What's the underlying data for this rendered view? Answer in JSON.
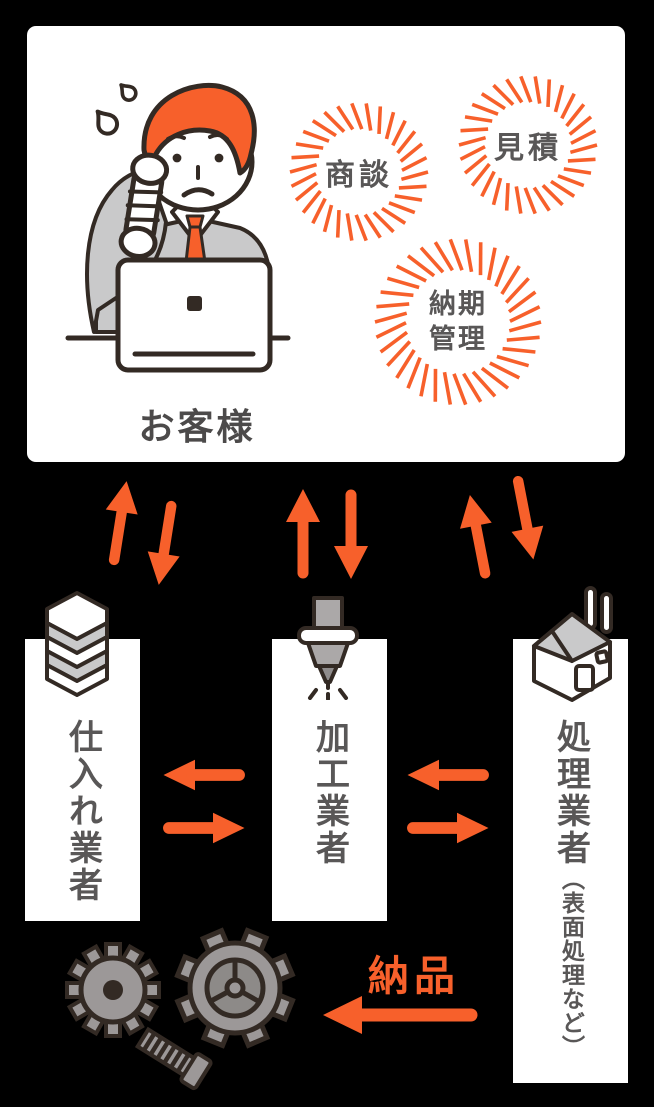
{
  "colors": {
    "accent": "#F7602B",
    "outline": "#332A24",
    "label_gray": "#595757",
    "suit_gray": "#C9C9CA",
    "gear_gray": "#9C9898",
    "card_bg": "#FFFFFF",
    "page_bg": "#000000"
  },
  "customer": {
    "label": "お客様",
    "illustration": "worried-businessman-on-phone-with-laptop"
  },
  "badges": [
    {
      "label": "商談"
    },
    {
      "label": "見積"
    },
    {
      "label": "納期管理"
    }
  ],
  "columns": [
    {
      "label": "仕入れ業者",
      "icon": "material-stack-icon"
    },
    {
      "label": "加工業者",
      "icon": "milling-tool-icon"
    },
    {
      "label": "処理業者",
      "sublabel": "（表面処理など）",
      "icon": "factory-icon"
    }
  ],
  "delivery": {
    "label": "納品"
  }
}
